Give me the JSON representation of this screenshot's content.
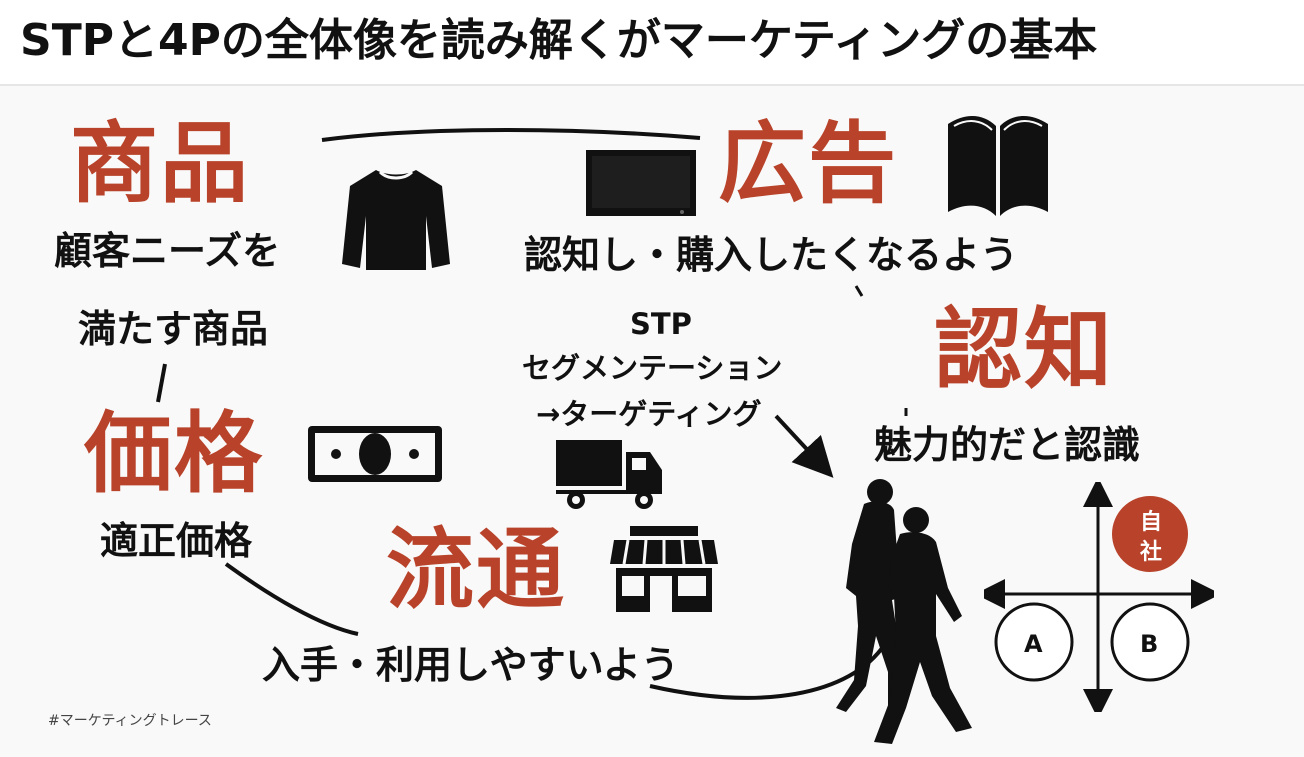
{
  "title": "STPと4Pの全体像を読み解くがマーケティングの基本",
  "product": {
    "heading": "商品",
    "desc_line1": "顧客ニーズを",
    "desc_line2": "満たす商品"
  },
  "promotion": {
    "heading": "広告",
    "desc": "認知し・購入したくなるよう"
  },
  "price": {
    "heading": "価格",
    "desc": "適正価格"
  },
  "place": {
    "heading": "流通",
    "desc": "入手・利用しやすいよう"
  },
  "awareness": {
    "heading": "認知",
    "desc": "魅力的だと認識"
  },
  "stp": {
    "line1": "STP",
    "line2": "セグメンテーション",
    "line3": "→ターゲティング"
  },
  "positioning": {
    "self_line1": "自",
    "self_line2": "社",
    "competitor_a": "A",
    "competitor_b": "B"
  },
  "footer_tag": "#マーケティングトレース",
  "colors": {
    "accent": "#b8432a",
    "ink": "#111111",
    "background": "#f9f9f9"
  },
  "icons": [
    "sweater-icon",
    "tv-icon",
    "book-icon",
    "banknote-icon",
    "truck-icon",
    "store-icon",
    "couple-walking-icon"
  ]
}
